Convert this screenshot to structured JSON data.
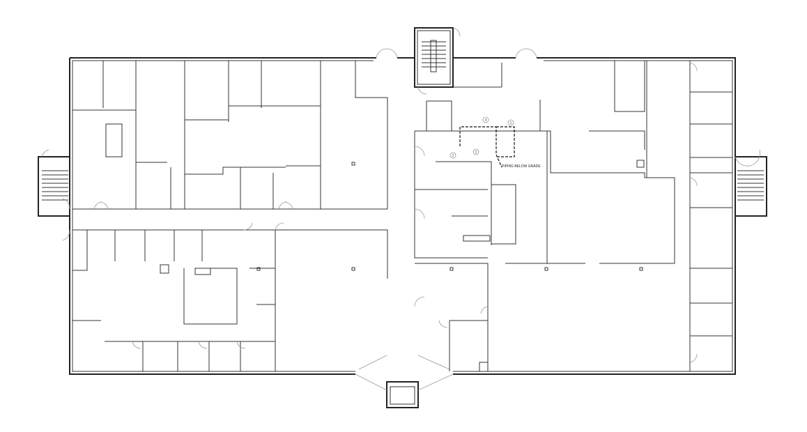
{
  "plan": {
    "annotations": {
      "piping_note": "PIPING BELOW GRADE",
      "callouts": [
        "1",
        "2",
        "3",
        "4"
      ]
    },
    "colors": {
      "walls": "#222222",
      "background": "#ffffff",
      "doors": "#999999"
    }
  }
}
